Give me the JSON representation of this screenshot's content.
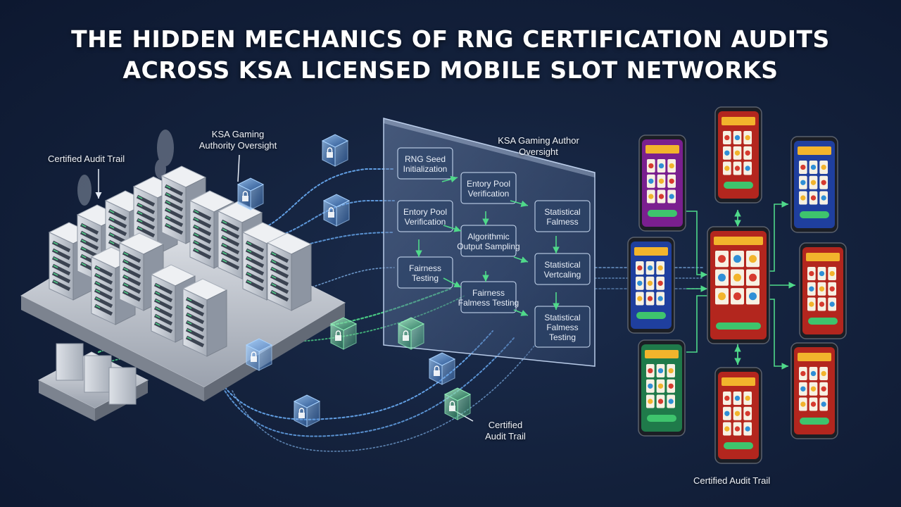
{
  "title": {
    "line1": "THE HIDDEN MECHANICS OF RNG CERTIFICATION AUDITS",
    "line2": "ACROSS KSA LICENSED MOBILE SLOT NETWORKS"
  },
  "labels": {
    "audit_trail_left": "Certified Audit Trail",
    "authority_left_1": "KSA Gaming",
    "authority_left_2": "Authority Oversight",
    "authority_panel_1": "KSA Gaming Author",
    "authority_panel_2": "Oversight",
    "audit_trail_bottom_1": "Certified",
    "audit_trail_bottom_2": "Audit Trail",
    "audit_trail_right": "Certified Audit Trail"
  },
  "panel_steps": [
    {
      "id": "s1",
      "lines": [
        "RNG Seed",
        "Initialization"
      ]
    },
    {
      "id": "s2",
      "lines": [
        "Entory Pool",
        "Verification"
      ]
    },
    {
      "id": "s3",
      "lines": [
        "Entory Pool",
        "Verification"
      ]
    },
    {
      "id": "s4",
      "lines": [
        "Statistical",
        "Falmess"
      ]
    },
    {
      "id": "s5",
      "lines": [
        "Algorithmic",
        "Output Sampling"
      ]
    },
    {
      "id": "s6",
      "lines": [
        "Fairness",
        "Testing"
      ]
    },
    {
      "id": "s7",
      "lines": [
        "Statistical",
        "Vertcaling"
      ]
    },
    {
      "id": "s8",
      "lines": [
        "Fairness",
        "Falmess Testing"
      ]
    },
    {
      "id": "s9",
      "lines": [
        "Statistical",
        "Falmess",
        "Testing"
      ]
    }
  ],
  "colors": {
    "accent_blue": "#6fb4ff",
    "accent_green": "#4fd98a",
    "server": "#c9ced6",
    "phone_screen_a": "#7a1f8f",
    "phone_screen_b": "#b3261e",
    "phone_screen_c": "#1f3f9e",
    "phone_screen_d": "#1f7a4a"
  },
  "icons": [
    "lock-icon",
    "server-rack-icon",
    "smartphone-icon",
    "arrow-icon"
  ]
}
